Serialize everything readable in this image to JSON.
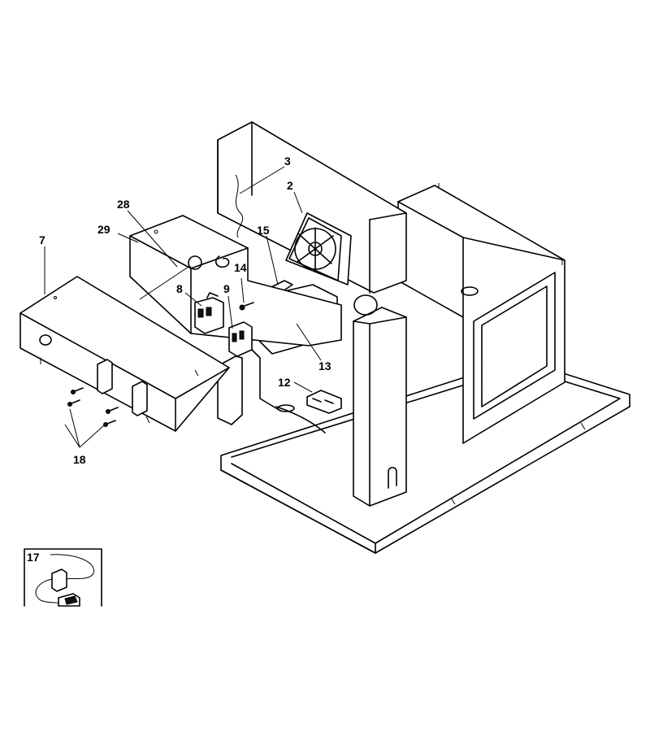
{
  "labels": {
    "p2": "2",
    "p3": "3",
    "p7": "7",
    "p8": "8",
    "p9": "9",
    "p12": "12",
    "p13": "13",
    "p14": "14",
    "p15": "15",
    "p17": "17",
    "p18": "18",
    "p28": "28",
    "p29": "29"
  }
}
